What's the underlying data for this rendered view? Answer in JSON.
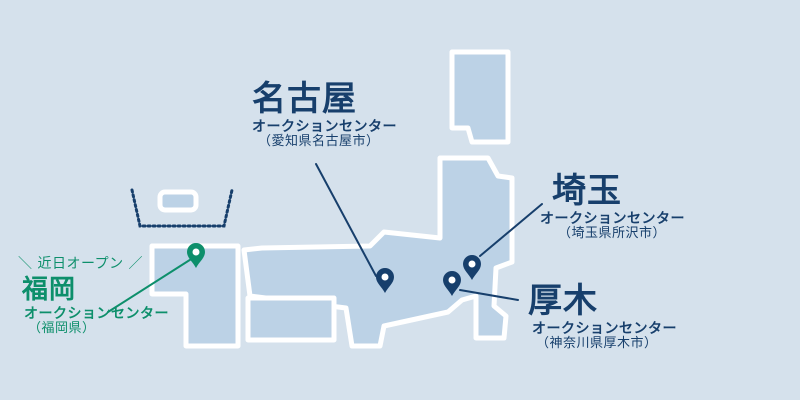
{
  "colors": {
    "background": "#d5e1ec",
    "land_fill": "#bcd2e6",
    "land_stroke": "#ffffff",
    "navy": "#173f6c",
    "green": "#0d8f6b"
  },
  "locations": {
    "nagoya": {
      "name": "名古屋",
      "center": "オークションセンター",
      "address": "（愛知県名古屋市）",
      "icon": "map-pin-icon"
    },
    "saitama": {
      "name": "埼玉",
      "center": "オークションセンター",
      "address": "（埼玉県所沢市）",
      "icon": "map-pin-icon"
    },
    "atsugi": {
      "name": "厚木",
      "center": "オークションセンター",
      "address": "（神奈川県厚木市）",
      "icon": "map-pin-icon"
    },
    "fukuoka": {
      "badge": "＼ 近日オープン ／",
      "name": "福岡",
      "center": "オークションセンター",
      "address": "（福岡県）",
      "icon": "map-pin-icon"
    }
  }
}
